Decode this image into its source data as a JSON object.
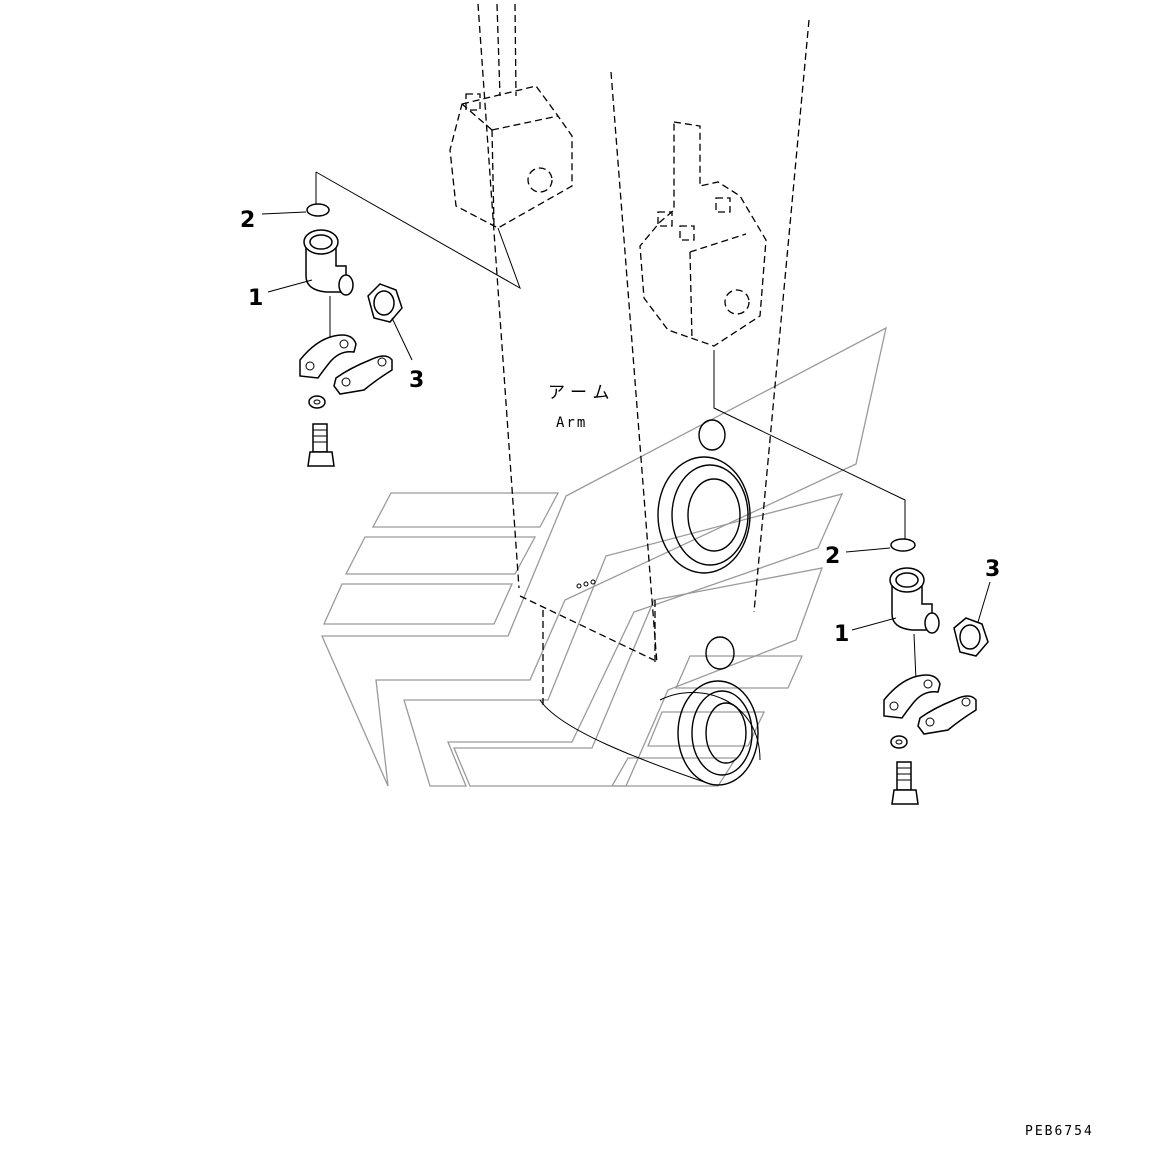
{
  "diagram": {
    "arm_label_jp": "アーム",
    "arm_label_en": "Arm",
    "drawing_number": "PEB6754",
    "callouts": {
      "left_part_2": "2",
      "left_part_1": "1",
      "left_part_3": "3",
      "right_part_2": "2",
      "right_part_1": "1",
      "right_part_3": "3"
    }
  }
}
